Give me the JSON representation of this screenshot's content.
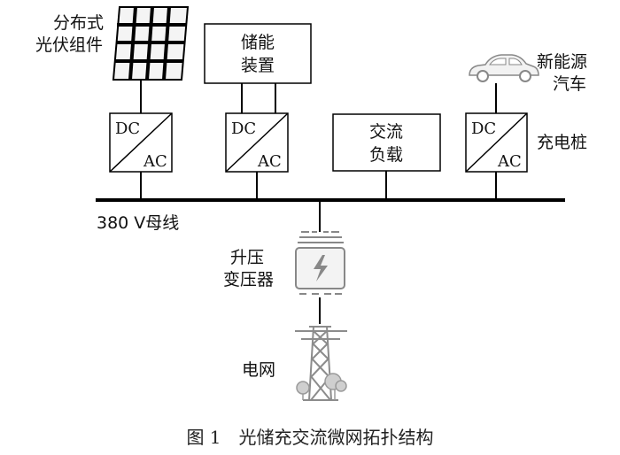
{
  "labels": {
    "pv_line1": "分布式",
    "pv_line2": "光伏组件",
    "storage_line1": "储能",
    "storage_line2": "装置",
    "ev_line1": "新能源",
    "ev_line2": "汽车",
    "charger": "充电桩",
    "ac_load_line1": "交流",
    "ac_load_line2": "负载",
    "bus": "380 V母线",
    "transformer_line1": "升压",
    "transformer_line2": "变压器",
    "grid": "电网"
  },
  "converters": [
    {
      "dc": "DC",
      "ac": "AC"
    },
    {
      "dc": "DC",
      "ac": "AC"
    },
    {
      "dc": "DC",
      "ac": "AC"
    }
  ],
  "caption": "图 1　光储充交流微网拓扑结构",
  "icons": [
    "solar-panel-icon",
    "car-icon",
    "transformer-icon",
    "transmission-tower-icon",
    "tree-icon"
  ]
}
